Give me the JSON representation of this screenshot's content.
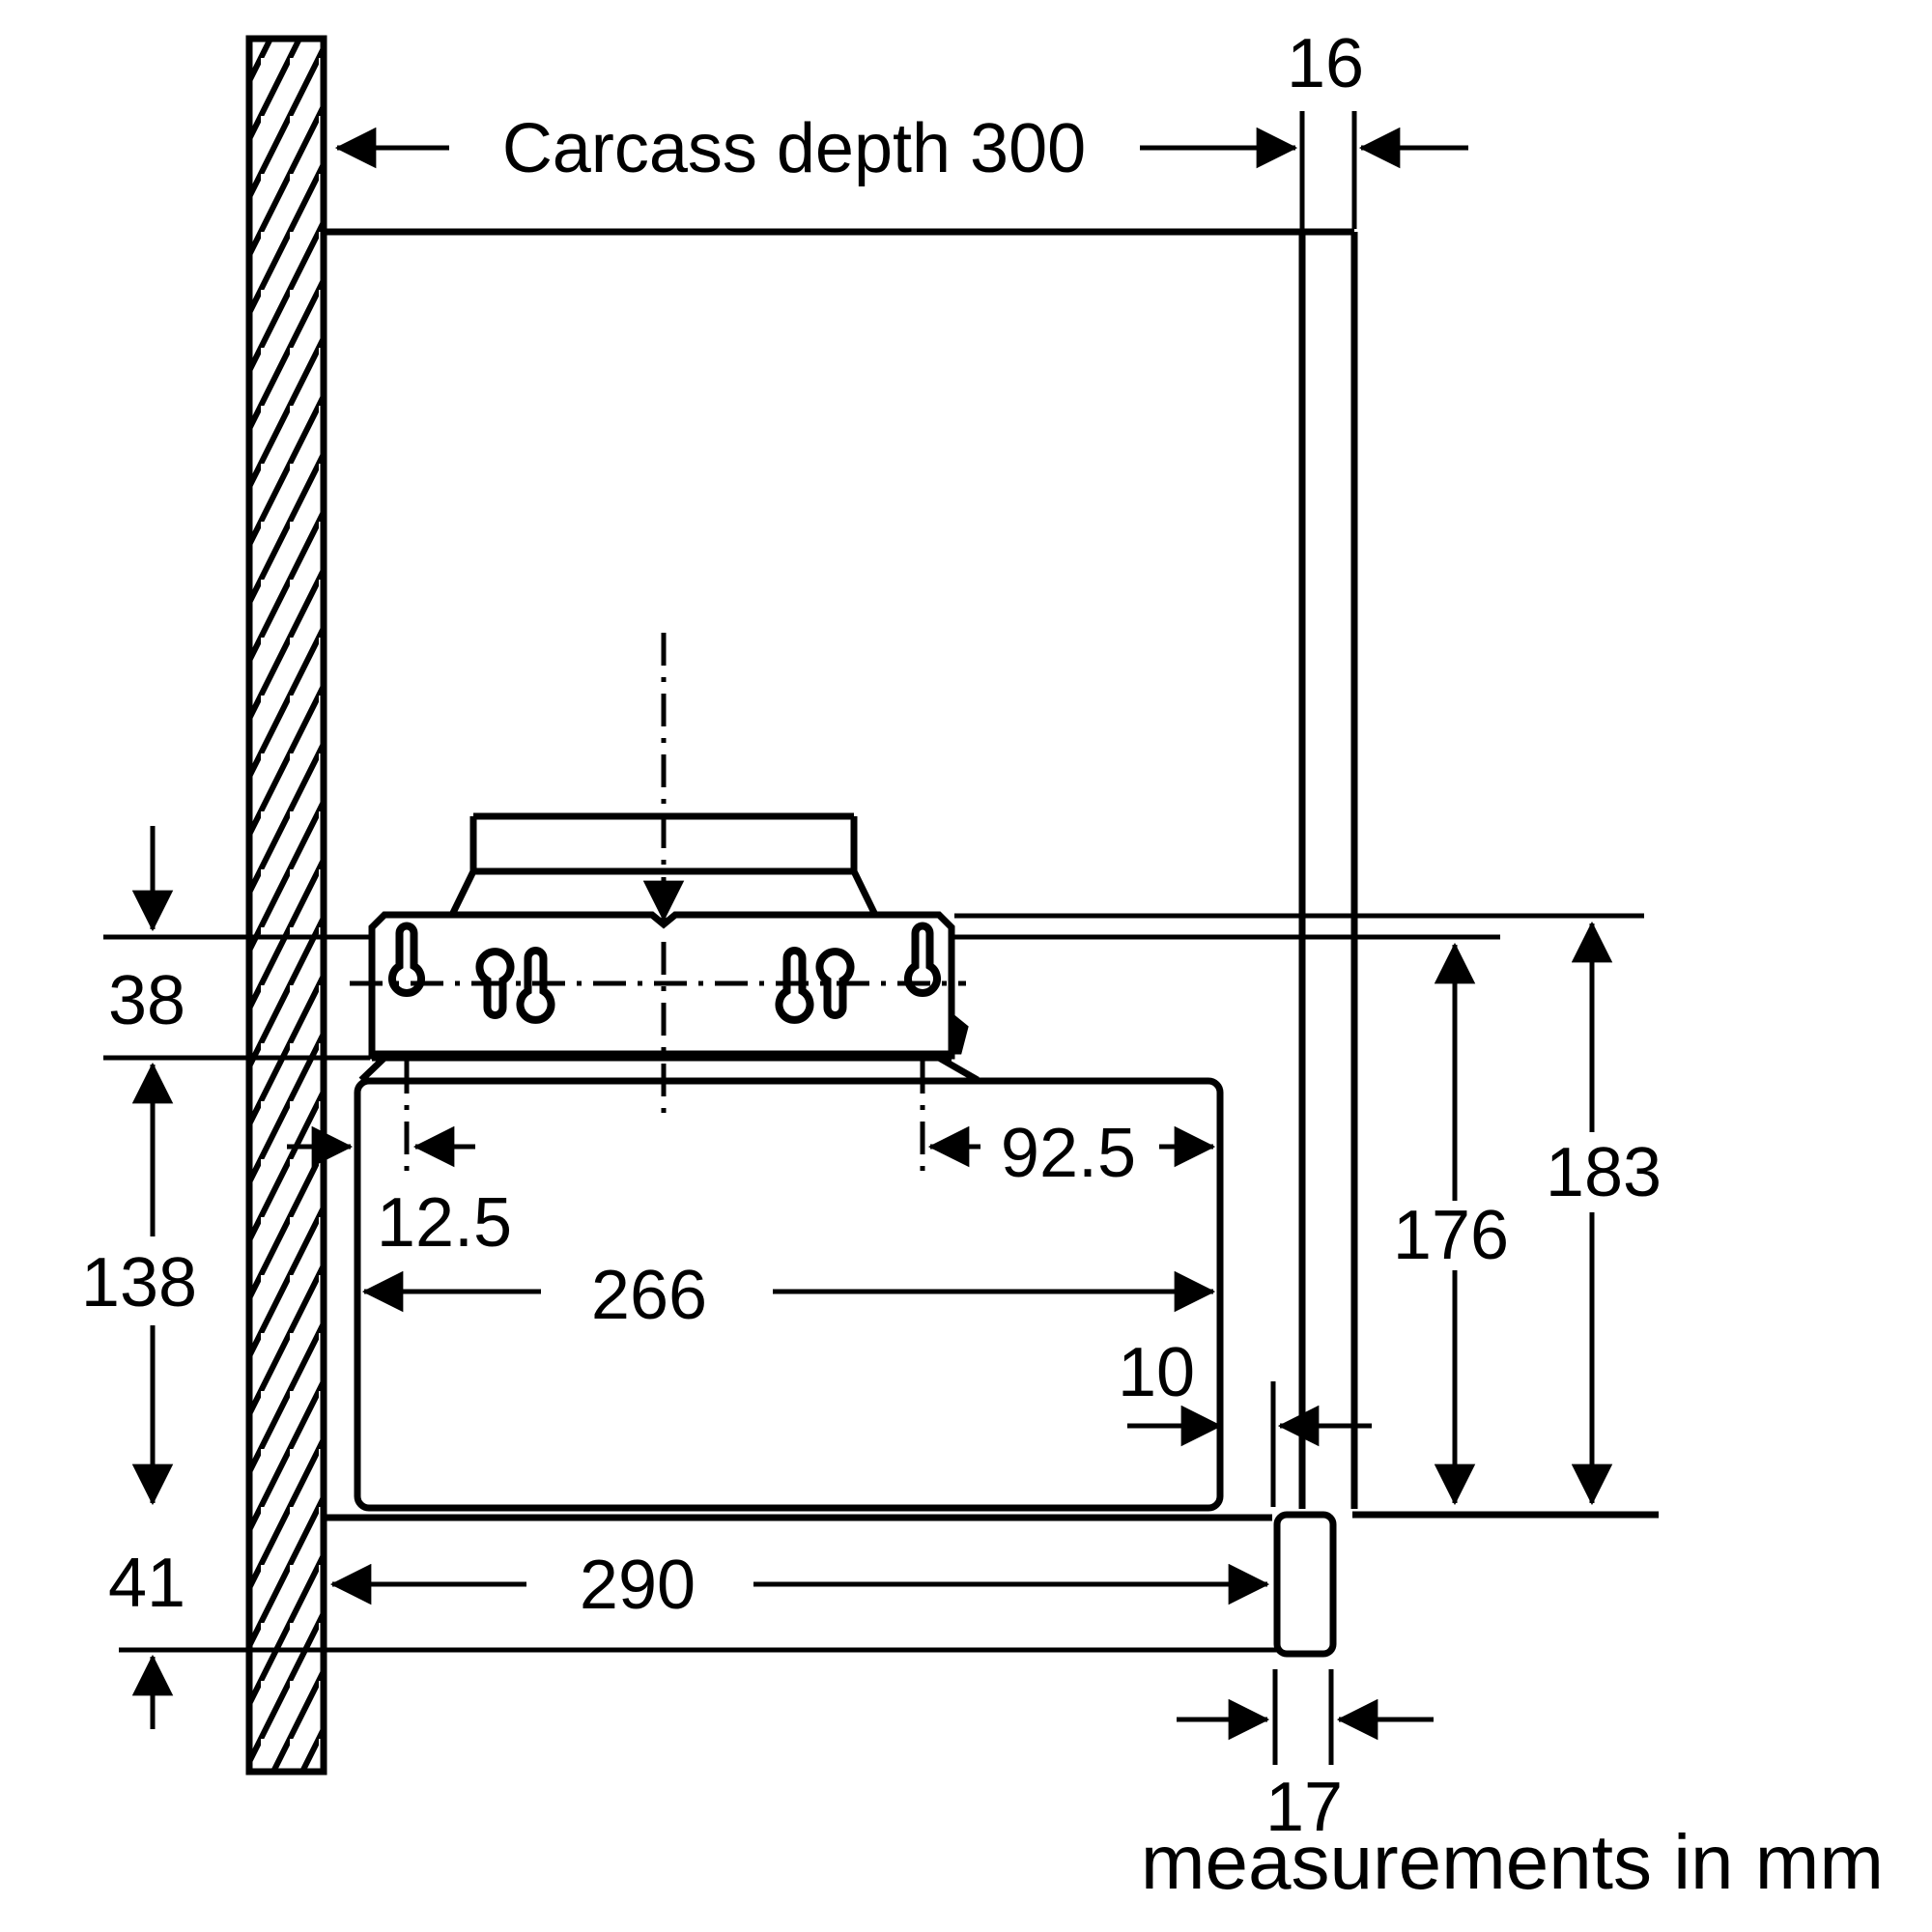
{
  "diagram": {
    "note": "measurements in mm",
    "dimensions": {
      "carcass_depth": "Carcass depth 300",
      "panel_thickness": "16",
      "top_offset": "38",
      "hood_height": "138",
      "plinth_height": "41",
      "keyhole_left_offset": "12.5",
      "keyhole_right_offset": "92.5",
      "hood_width": "266",
      "rear_gap": "10",
      "hood_depth": "290",
      "inner_height": "176",
      "outer_height": "183",
      "door_thickness": "17"
    }
  }
}
